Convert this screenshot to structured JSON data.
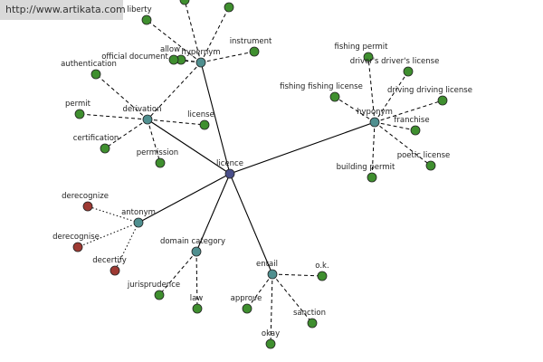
{
  "banner": {
    "url_text": "http://www.artikata.com"
  },
  "colors": {
    "center_node": "#4a4f8a",
    "relation_node": "#4f8f8f",
    "word_node": "#3f8f2f",
    "antonym_node": "#9e3a33"
  },
  "graph": {
    "center": {
      "id": "licence",
      "label": "licence",
      "kind": "center"
    },
    "nodes": [
      {
        "id": "hyp1",
        "label": "hypernym",
        "kind": "relation"
      },
      {
        "id": "der",
        "label": "derivation",
        "kind": "relation"
      },
      {
        "id": "ant",
        "label": "antonym",
        "kind": "relation"
      },
      {
        "id": "dom",
        "label": "domain category",
        "kind": "relation"
      },
      {
        "id": "ent",
        "label": "entail",
        "kind": "relation"
      },
      {
        "id": "hyp2",
        "label": "hyponym",
        "kind": "relation"
      },
      {
        "id": "liberty",
        "label": "liberty",
        "kind": "word"
      },
      {
        "id": "allow",
        "label": "allow",
        "kind": "word"
      },
      {
        "id": "offdoc",
        "label": "official document",
        "kind": "word"
      },
      {
        "id": "instrument",
        "label": "instrument",
        "kind": "word"
      },
      {
        "id": "h1top1",
        "label": "",
        "kind": "word"
      },
      {
        "id": "h1top2",
        "label": "",
        "kind": "word"
      },
      {
        "id": "auth",
        "label": "authentication",
        "kind": "word"
      },
      {
        "id": "permit",
        "label": "permit",
        "kind": "word"
      },
      {
        "id": "cert",
        "label": "certification",
        "kind": "word"
      },
      {
        "id": "permission",
        "label": "permission",
        "kind": "word"
      },
      {
        "id": "license",
        "label": "license",
        "kind": "word"
      },
      {
        "id": "derec1",
        "label": "derecognize",
        "kind": "antonym"
      },
      {
        "id": "derec2",
        "label": "derecognise",
        "kind": "antonym"
      },
      {
        "id": "decert",
        "label": "decertify",
        "kind": "antonym"
      },
      {
        "id": "juris",
        "label": "jurisprudence",
        "kind": "word"
      },
      {
        "id": "law",
        "label": "law",
        "kind": "word"
      },
      {
        "id": "approve",
        "label": "approve",
        "kind": "word"
      },
      {
        "id": "okay",
        "label": "okay",
        "kind": "word"
      },
      {
        "id": "sanction",
        "label": "sanction",
        "kind": "word"
      },
      {
        "id": "ok",
        "label": "o.k.",
        "kind": "word"
      },
      {
        "id": "fishpermit",
        "label": "fishing permit",
        "kind": "word"
      },
      {
        "id": "drivers",
        "label": "driver's driver's license",
        "kind": "word"
      },
      {
        "id": "fishlic",
        "label": "fishing fishing license",
        "kind": "word"
      },
      {
        "id": "driving",
        "label": "driving driving license",
        "kind": "word"
      },
      {
        "id": "franchise",
        "label": "franchise",
        "kind": "word"
      },
      {
        "id": "poetic",
        "label": "poetic license",
        "kind": "word"
      },
      {
        "id": "building",
        "label": "building permit",
        "kind": "word"
      }
    ],
    "edges": [
      {
        "from": "licence",
        "to": "hyp1",
        "style": "solid"
      },
      {
        "from": "licence",
        "to": "der",
        "style": "solid"
      },
      {
        "from": "licence",
        "to": "ant",
        "style": "solid"
      },
      {
        "from": "licence",
        "to": "dom",
        "style": "solid"
      },
      {
        "from": "licence",
        "to": "ent",
        "style": "solid"
      },
      {
        "from": "licence",
        "to": "hyp2",
        "style": "solid"
      },
      {
        "from": "hyp1",
        "to": "liberty",
        "style": "dashed"
      },
      {
        "from": "hyp1",
        "to": "allow",
        "style": "dashed"
      },
      {
        "from": "hyp1",
        "to": "offdoc",
        "style": "dashed"
      },
      {
        "from": "hyp1",
        "to": "instrument",
        "style": "dashed"
      },
      {
        "from": "hyp1",
        "to": "h1top1",
        "style": "dashed"
      },
      {
        "from": "hyp1",
        "to": "h1top2",
        "style": "dashed"
      },
      {
        "from": "hyp1",
        "to": "der",
        "style": "dashed"
      },
      {
        "from": "der",
        "to": "auth",
        "style": "dashed"
      },
      {
        "from": "der",
        "to": "permit",
        "style": "dashed"
      },
      {
        "from": "der",
        "to": "cert",
        "style": "dashed"
      },
      {
        "from": "der",
        "to": "permission",
        "style": "dashed"
      },
      {
        "from": "der",
        "to": "license",
        "style": "dashed"
      },
      {
        "from": "ant",
        "to": "derec1",
        "style": "dotted"
      },
      {
        "from": "ant",
        "to": "derec2",
        "style": "dotted"
      },
      {
        "from": "ant",
        "to": "decert",
        "style": "dotted"
      },
      {
        "from": "dom",
        "to": "juris",
        "style": "dashed"
      },
      {
        "from": "dom",
        "to": "law",
        "style": "dashed"
      },
      {
        "from": "ent",
        "to": "approve",
        "style": "dashed"
      },
      {
        "from": "ent",
        "to": "okay",
        "style": "dashed"
      },
      {
        "from": "ent",
        "to": "sanction",
        "style": "dashed"
      },
      {
        "from": "ent",
        "to": "ok",
        "style": "dashed"
      },
      {
        "from": "hyp2",
        "to": "fishpermit",
        "style": "dashed"
      },
      {
        "from": "hyp2",
        "to": "drivers",
        "style": "dashed"
      },
      {
        "from": "hyp2",
        "to": "fishlic",
        "style": "dashed"
      },
      {
        "from": "hyp2",
        "to": "driving",
        "style": "dashed"
      },
      {
        "from": "hyp2",
        "to": "franchise",
        "style": "dashed"
      },
      {
        "from": "hyp2",
        "to": "poetic",
        "style": "dashed"
      },
      {
        "from": "hyp2",
        "to": "building",
        "style": "dashed"
      }
    ]
  }
}
